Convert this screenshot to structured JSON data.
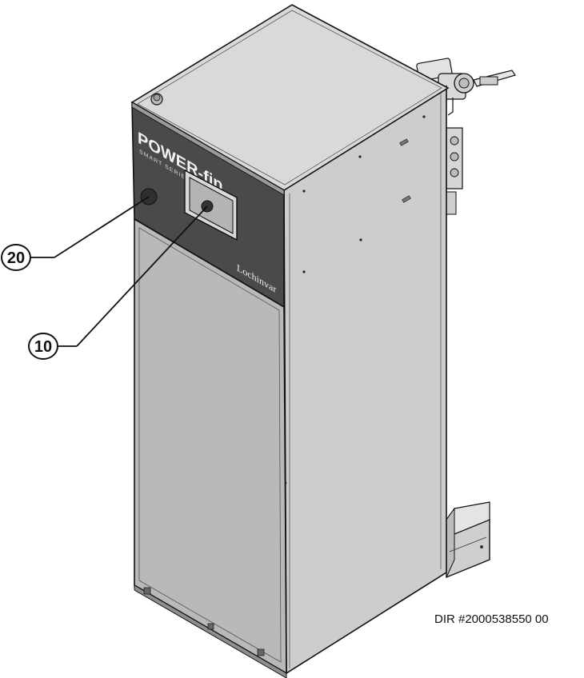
{
  "brand": {
    "name": "POWER-fin",
    "series_badge": "SMART SERIES",
    "manufacturer": "Lochinvar"
  },
  "callouts": [
    {
      "label": "20",
      "target": "knob"
    },
    {
      "label": "10",
      "target": "display"
    }
  ],
  "reference": "DIR #2000538550 00",
  "colors": {
    "cabinet_side": "#cfcfcf",
    "cabinet_front": "#b9b9b9",
    "cabinet_top": "#dadada",
    "header_panel": "#4a4a4a",
    "outline": "#111111"
  }
}
